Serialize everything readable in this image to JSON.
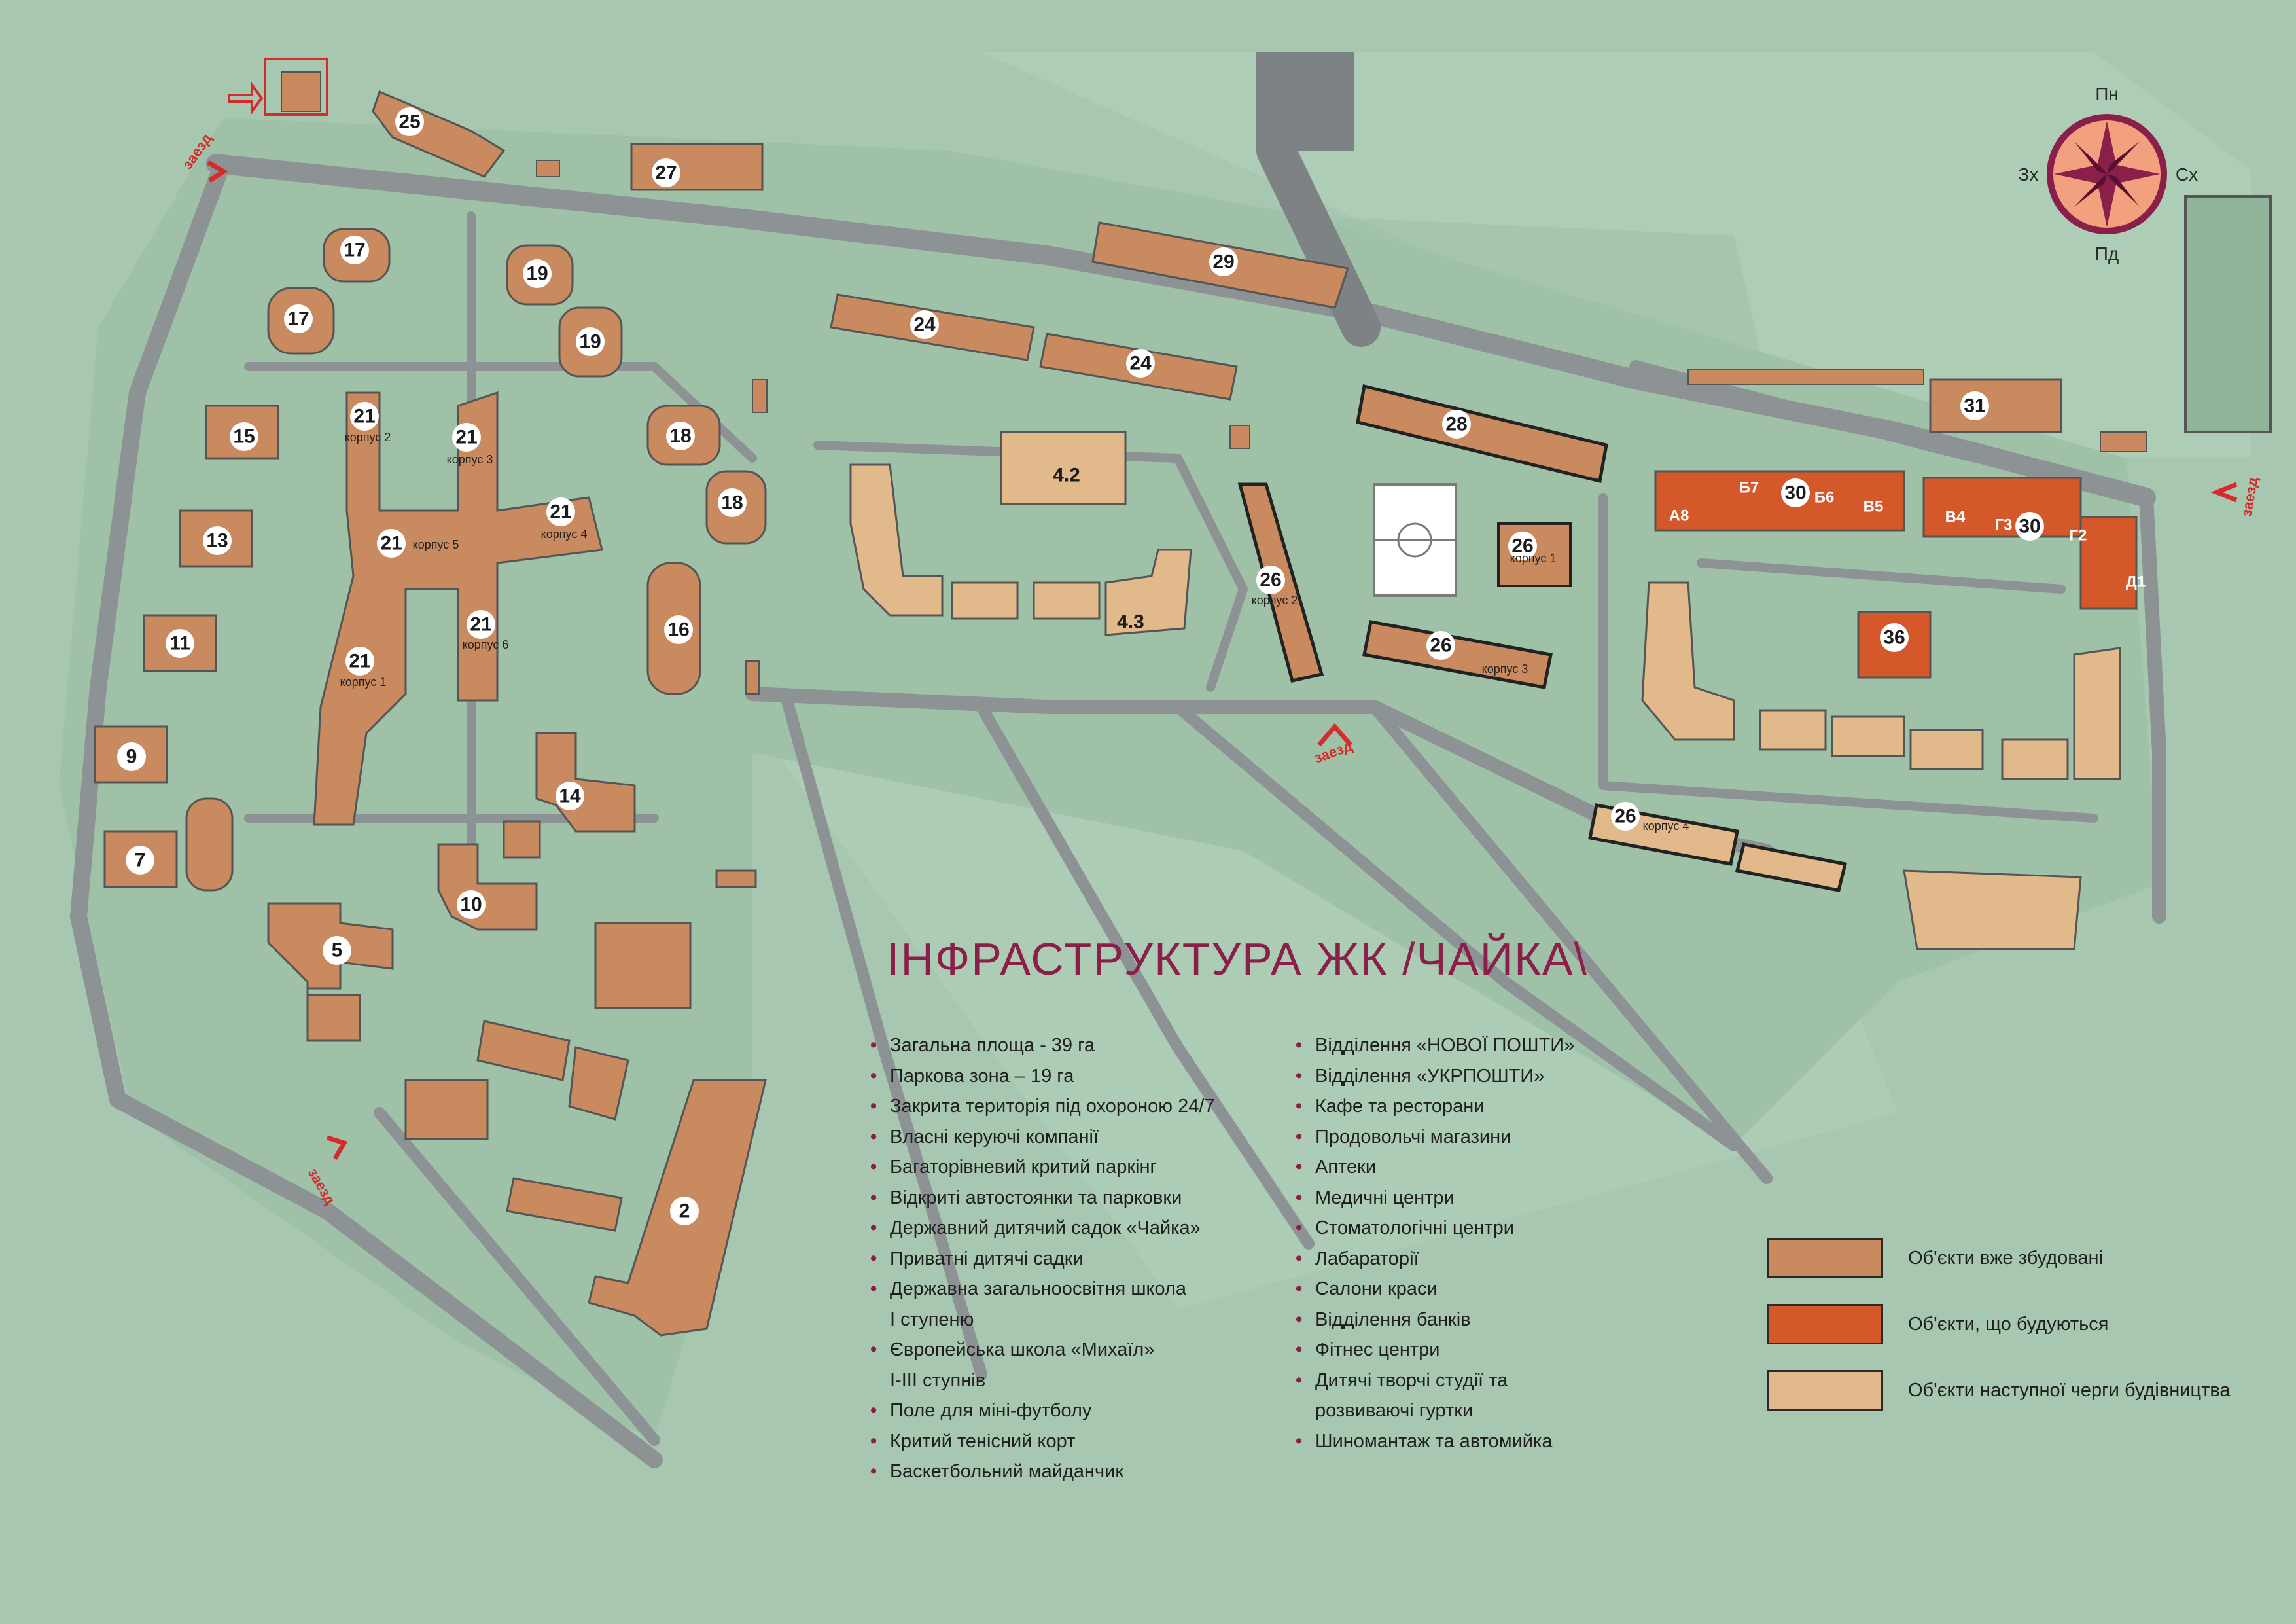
{
  "title": "ІНФРАСТРУКТУРА ЖК /ЧАЙКА\\",
  "compass": {
    "north": "Пн",
    "south": "Пд",
    "west": "Зх",
    "east": "Сх"
  },
  "entry_label": "заезд",
  "colors": {
    "background": "#a7c7b0",
    "roads": "#8d9294",
    "built": "#c88a5e",
    "under_construction": "#d4582a",
    "next_phase": "#e2b98a",
    "title": "#8a1f4a",
    "entry_marker": "#d42b2b"
  },
  "infrastructure_left": [
    "Загальна площа - 39 га",
    "Паркова зона – 19 га",
    "Закрита територія під охороною 24/7",
    "Власні керуючі компанії",
    "Багаторівневий критий паркінг",
    "Відкриті автостоянки та парковки",
    "Державний дитячий садок «Чайка»",
    "Приватні дитячі садки",
    "Державна загальноосвітня школа\nІ ступеню",
    "Європейська школа «Михаїл»\nI-III ступнів",
    "Поле для міні-футболу",
    "Критий тенісний корт",
    "Баскетбольний майданчик"
  ],
  "infrastructure_right": [
    "Відділення «НОВОЇ ПОШТИ»",
    "Відділення «УКРПОШТИ»",
    "Кафе та ресторани",
    "Продовольчі магазини",
    "Аптеки",
    "Медичні центри",
    "Стоматологічні центри",
    "Лабараторії",
    "Салони краси",
    "Відділення банків",
    "Фітнес центри",
    "Дитячі творчі студії та\nрозвиваючі гуртки",
    "Шиномантаж та автомийка"
  ],
  "legend": [
    {
      "label": "Об'єкти вже збудовані",
      "color": "#c88a5e"
    },
    {
      "label": "Об'єкти, що будуються",
      "color": "#d4582a"
    },
    {
      "label": "Об'єкти наступної черги будівництва",
      "color": "#e2b98a"
    }
  ],
  "buildings": [
    {
      "label": "25",
      "status": "built"
    },
    {
      "label": "27",
      "status": "built"
    },
    {
      "label": "29",
      "status": "built"
    },
    {
      "label": "24",
      "status": "built"
    },
    {
      "label": "24",
      "status": "built"
    },
    {
      "label": "17",
      "status": "built"
    },
    {
      "label": "17",
      "status": "built"
    },
    {
      "label": "19",
      "status": "built"
    },
    {
      "label": "19",
      "status": "built"
    },
    {
      "label": "15",
      "status": "built"
    },
    {
      "label": "13",
      "status": "built"
    },
    {
      "label": "11",
      "status": "built"
    },
    {
      "label": "9",
      "status": "built"
    },
    {
      "label": "7",
      "status": "built"
    },
    {
      "label": "5",
      "status": "built"
    },
    {
      "label": "18",
      "status": "built"
    },
    {
      "label": "18",
      "status": "built"
    },
    {
      "label": "16",
      "status": "built"
    },
    {
      "label": "14",
      "status": "built"
    },
    {
      "label": "10",
      "status": "built"
    },
    {
      "label": "2",
      "status": "built"
    },
    {
      "label": "21",
      "sub": "корпус 2",
      "status": "built"
    },
    {
      "label": "21",
      "sub": "корпус 3",
      "status": "built"
    },
    {
      "label": "21",
      "sub": "корпус 4",
      "status": "built"
    },
    {
      "label": "21",
      "sub": "корпус 5",
      "status": "built"
    },
    {
      "label": "21",
      "sub": "корпус 6",
      "status": "built"
    },
    {
      "label": "21",
      "sub": "корпус 1",
      "status": "built"
    },
    {
      "label": "4.2",
      "status": "next"
    },
    {
      "label": "4.3",
      "status": "next"
    },
    {
      "label": "28",
      "status": "built"
    },
    {
      "label": "26",
      "sub": "корпус 2",
      "status": "built"
    },
    {
      "label": "26",
      "sub": "корпус 1",
      "status": "built"
    },
    {
      "label": "26",
      "sub": "корпус 3",
      "status": "built"
    },
    {
      "label": "26",
      "sub": "корпус 4",
      "status": "next"
    },
    {
      "label": "31",
      "status": "built"
    },
    {
      "label": "36",
      "status": "construction"
    },
    {
      "label": "30",
      "status": "construction"
    },
    {
      "label": "30",
      "status": "construction"
    }
  ],
  "sections": [
    "А8",
    "Б7",
    "Б6",
    "В5",
    "В4",
    "Г3",
    "Г2",
    "Д1"
  ]
}
